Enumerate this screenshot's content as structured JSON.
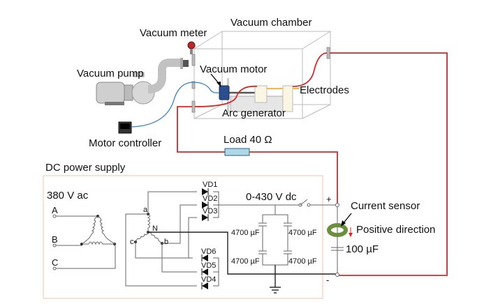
{
  "labels": {
    "vacuum_meter": "Vacuum meter",
    "vacuum_chamber": "Vacuum chamber",
    "vacuum_pump": "Vacuum pump",
    "vacuum_motor": "Vacuum motor",
    "electrodes": "Electrodes",
    "arc_generator": "Arc generator",
    "motor_controller": "Motor controller",
    "load": "Load 40 Ω",
    "dc_power_supply": "DC power supply",
    "ac_input": "380 V ac",
    "dc_output": "0-430 V dc",
    "current_sensor": "Current sensor",
    "positive_direction": "Positive direction",
    "output_cap": "100 µF",
    "plus": "+",
    "minus": "-"
  },
  "phases": [
    "A",
    "B",
    "C"
  ],
  "star_nodes": {
    "a": "a",
    "b": "b",
    "c": "c",
    "n": "N"
  },
  "diodes": {
    "upper": [
      "VD1",
      "VD2",
      "VD3"
    ],
    "lower": [
      "VD6",
      "VD5",
      "VD4"
    ]
  },
  "capacitors": {
    "top_left": "4700 µF",
    "top_right": "4700 µF",
    "bottom_left": "4700 µF",
    "bottom_right": "4700 µF"
  },
  "colors": {
    "power_wire": "#d62728",
    "signal_wire": "#3b82c4",
    "supply_border": "#f4cbb5",
    "sensor": "#6b8f3a",
    "resistor": "#add8e6"
  }
}
